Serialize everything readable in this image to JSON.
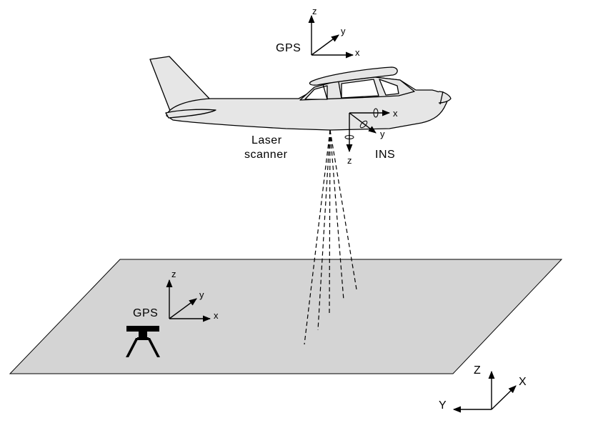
{
  "airborne_gps": {
    "label": "GPS",
    "axes": {
      "x": "x",
      "y": "y",
      "z": "z"
    }
  },
  "laser_scanner": {
    "label_line1": "Laser",
    "label_line2": "scanner"
  },
  "ins": {
    "label": "INS",
    "axes": {
      "x": "x",
      "y": "y",
      "z": "z"
    }
  },
  "ground_gps": {
    "label": "GPS",
    "axes": {
      "x": "x",
      "y": "y",
      "z": "z"
    }
  },
  "global_frame": {
    "axes": {
      "X": "X",
      "Y": "Y",
      "Z": "Z"
    }
  },
  "colors": {
    "ground": "#d4d4d4",
    "aircraft": "#e6e6e6",
    "outline": "#000000"
  },
  "icons": [
    "aircraft-icon",
    "laser-beam-icon",
    "gps-tripod-icon"
  ]
}
